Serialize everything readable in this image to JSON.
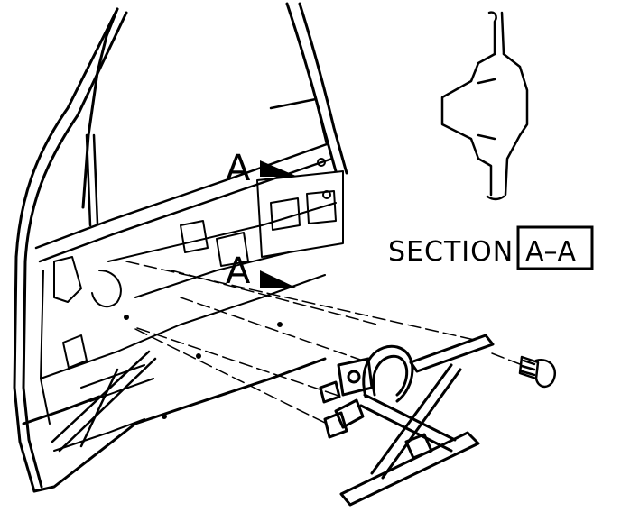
{
  "diagram": {
    "section_label": "SECTION",
    "section_id": "A–A",
    "cut_markers": [
      {
        "letter": "A"
      },
      {
        "letter": "A"
      }
    ],
    "ink_color": "#000000",
    "background_color": "#ffffff",
    "parts": [
      "door-frame",
      "inner-door-panel",
      "window-regulator",
      "fastener-bolt",
      "retainer-clip-section"
    ]
  }
}
